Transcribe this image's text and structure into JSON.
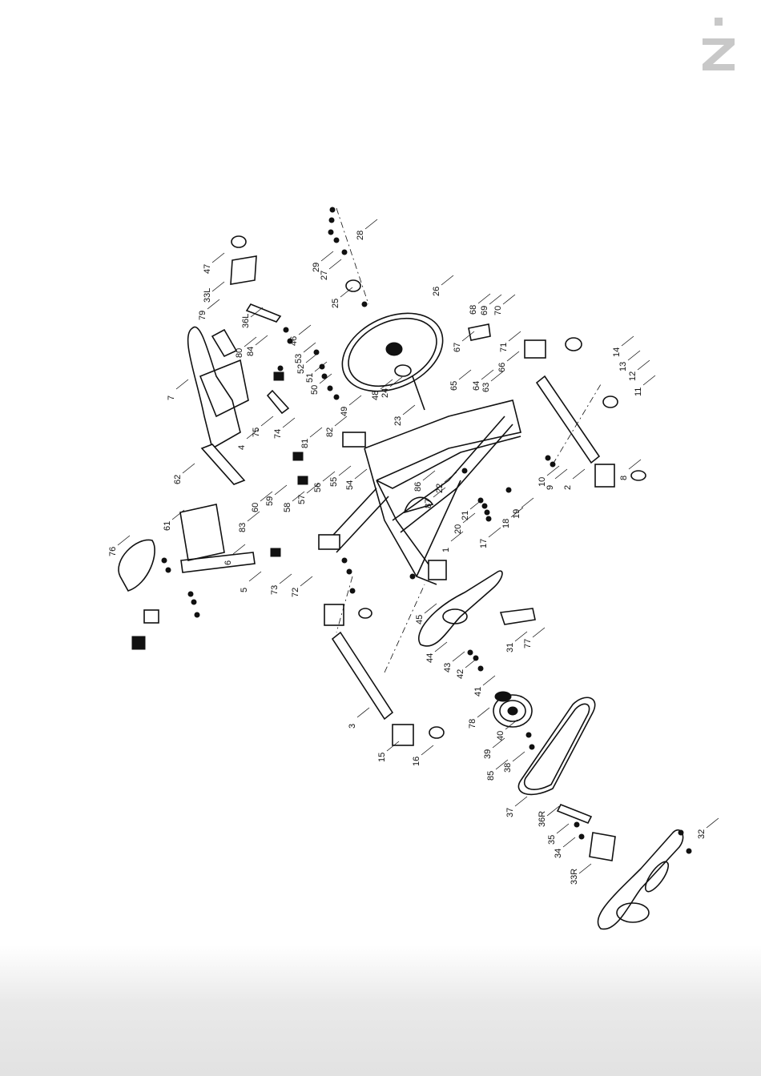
{
  "logo": {
    "icon": "z-dot-logo",
    "color": "#c8c8c8"
  },
  "diagram": {
    "labels": [
      "1",
      "2",
      "3",
      "4",
      "5",
      "6",
      "7",
      "8",
      "9",
      "10",
      "11",
      "12",
      "13",
      "14",
      "15",
      "16",
      "17",
      "18",
      "19",
      "20",
      "21",
      "22",
      "23",
      "24",
      "25",
      "26",
      "27",
      "28",
      "29",
      "31",
      "32",
      "33L",
      "33R",
      "34",
      "35",
      "36L",
      "36R",
      "37",
      "38",
      "39",
      "40",
      "41",
      "42",
      "43",
      "44",
      "45",
      "46",
      "47",
      "48",
      "49",
      "50",
      "51",
      "52",
      "53",
      "54",
      "55",
      "56",
      "57",
      "58",
      "59",
      "60",
      "61",
      "62",
      "63",
      "64",
      "65",
      "66",
      "67",
      "68",
      "69",
      "70",
      "71",
      "72",
      "73",
      "74",
      "75",
      "76",
      "77",
      "78",
      "79",
      "80",
      "81",
      "82",
      "83",
      "84",
      "85",
      "86",
      "87"
    ]
  }
}
